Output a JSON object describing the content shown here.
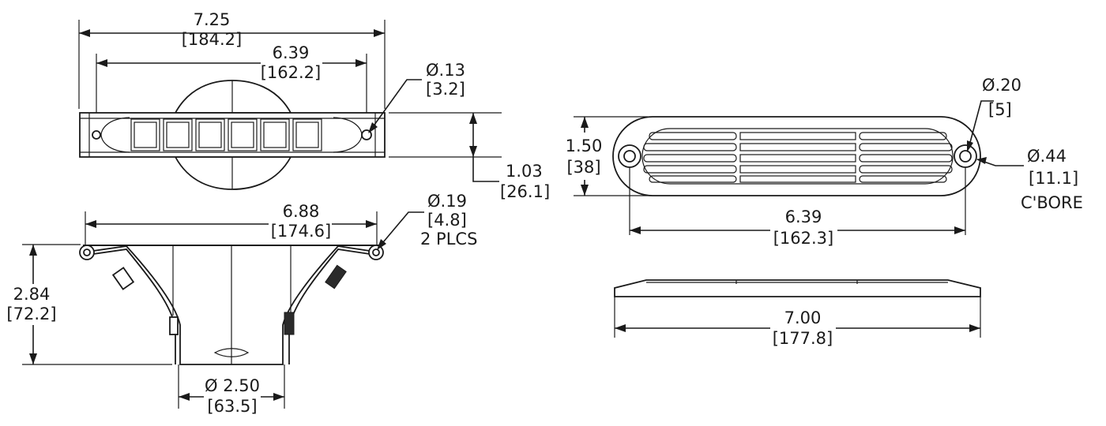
{
  "top_view": {
    "overall_length": "7.25",
    "overall_length_mm": "[184.2]",
    "hole_spacing": "6.39",
    "hole_spacing_mm": "[162.2]",
    "hole_dia": "Ø.13",
    "hole_dia_mm": "[3.2]",
    "width": "1.03",
    "width_mm": "[26.1]"
  },
  "side_view": {
    "flange_width": "6.88",
    "flange_width_mm": "[174.6]",
    "pivot_dia": "Ø.19",
    "pivot_dia_mm": "[4.8]",
    "pivot_qty": "2 PLCS",
    "height": "2.84",
    "height_mm": "[72.2]",
    "outlet_dia": "Ø 2.50",
    "outlet_dia_mm": "[63.5]"
  },
  "front_view": {
    "height": "1.50",
    "height_mm": "[38]",
    "hole_dia": "Ø.20",
    "hole_dia_mm": "[5]",
    "cbore_dia": "Ø.44",
    "cbore_dia_mm": "[11.1]",
    "cbore_label": "C'BORE",
    "hole_spacing": "6.39",
    "hole_spacing_mm": "[162.3]"
  },
  "edge_view": {
    "length": "7.00",
    "length_mm": "[177.8]"
  }
}
